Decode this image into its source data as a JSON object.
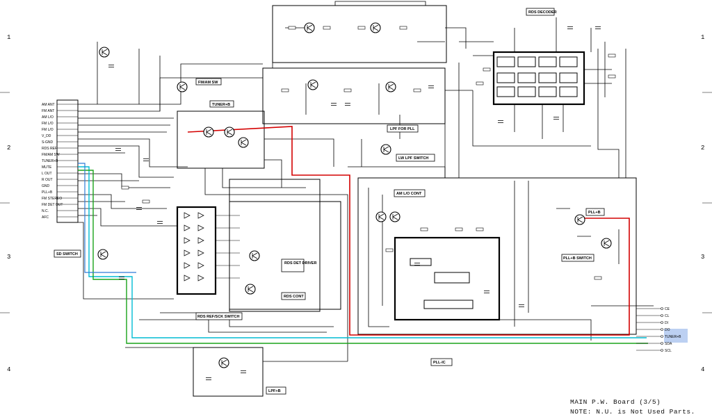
{
  "title": {
    "line1": "MAIN P.W. Board (3/5)",
    "line2": "NOTE: N.U. is Not Used Parts."
  },
  "row_markers": {
    "left": [
      "1",
      "2",
      "3",
      "4"
    ],
    "right": [
      "1",
      "2",
      "3",
      "4"
    ]
  },
  "block_labels": {
    "rds_decoder": "RDS DECODER",
    "fm_am_sw": "FM/AM SW",
    "tuner_b": "TUNER+B",
    "lpf_for_pll": "LPF FOR PLL",
    "lw_lpf_switch": "LW LPF SWITCH",
    "am_lo_cont": "AM L/O CONT",
    "pll_b": "PLL+B",
    "pll_b_switch": "PLL+B SWITCH",
    "sd_switch": "SD SWITCH",
    "rds_det_driver": "RDS DET DRIVER",
    "rds_cont": "RDS CONT",
    "rds_ref_switch": "RDS REF/SCK SWITCH",
    "pll_ic": "PLL-IC",
    "lpf_b": "LPF+B"
  },
  "connector_pins": [
    "AM ANT",
    "FM ANT",
    "AM L/O",
    "FM L/O",
    "FM L/O",
    "V_DD",
    "S-GND",
    "RDS REF",
    "FM/AM SW",
    "TUNER+B",
    "MUTE",
    "L OUT",
    "R OUT",
    "GND",
    "PLL+B",
    "FM STEREO",
    "FM DET OUT",
    "N.C.",
    "AFC"
  ],
  "right_signals": [
    "CE",
    "CL",
    "DI",
    "DO",
    "TUNER+B",
    "SDA",
    "SCL"
  ]
}
